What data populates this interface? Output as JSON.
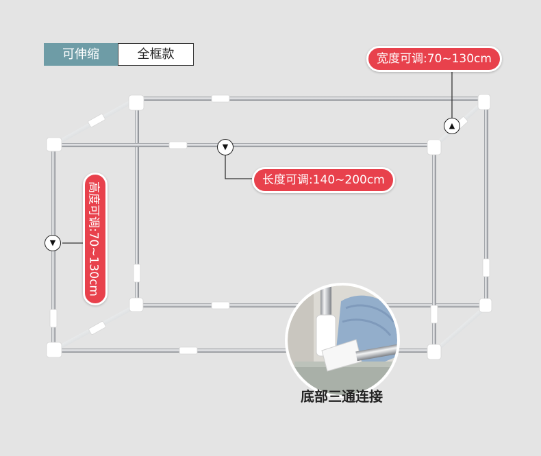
{
  "tags": {
    "primary": "可伸缩",
    "secondary": "全框款"
  },
  "callouts": {
    "width": "宽度可调:70~130cm",
    "length": "长度可调:140~200cm",
    "height": "高度可调:70~130cm"
  },
  "markers": {
    "up_arrow": "▲",
    "down_arrow": "▼"
  },
  "detail": {
    "label": "底部三通连接"
  },
  "colors": {
    "background": "#e4e4e4",
    "tag_dark": "#6e9ca6",
    "callout_red": "#e8414c",
    "frame_steel": "#b9bcc0",
    "connector_white": "#ffffff"
  }
}
